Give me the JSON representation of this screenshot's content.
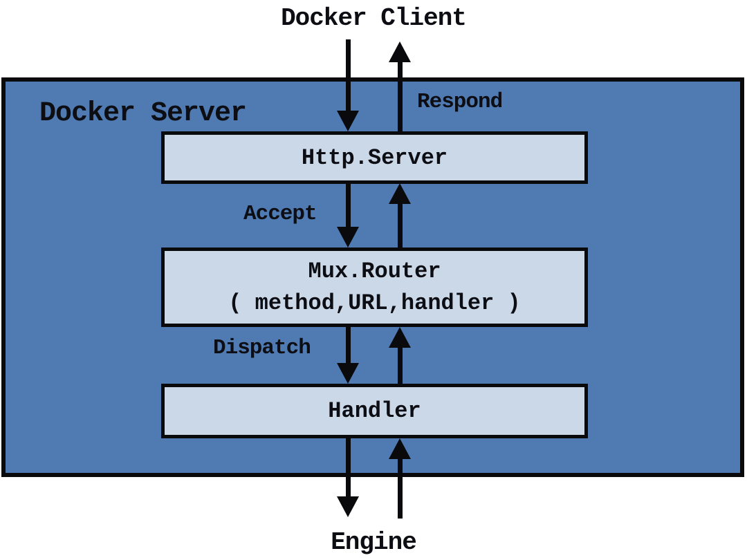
{
  "diagram": {
    "client_label": "Docker Client",
    "engine_label": "Engine",
    "server_title": "Docker Server",
    "nodes": [
      {
        "id": "http-server",
        "label": "Http.Server"
      },
      {
        "id": "mux-router",
        "label": "Mux.Router",
        "sublabel": "( method,URL,handler )"
      },
      {
        "id": "handler",
        "label": "Handler"
      }
    ],
    "edge_labels": [
      {
        "id": "respond",
        "text": "Respond"
      },
      {
        "id": "accept",
        "text": "Accept"
      },
      {
        "id": "dispatch",
        "text": "Dispatch"
      }
    ],
    "colors": {
      "server_fill": "#4F7BB2",
      "node_fill": "#CBD8E8",
      "stroke": "#0A0A0C",
      "text": "#0D0D14",
      "background": "#FFFFFF"
    }
  }
}
